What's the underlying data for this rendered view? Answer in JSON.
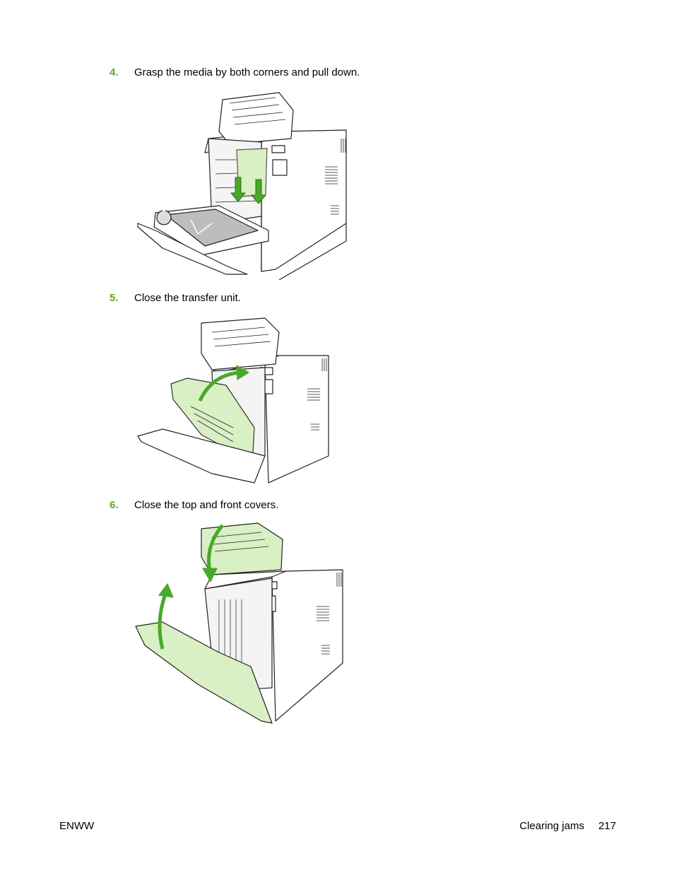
{
  "steps": [
    {
      "number": "4.",
      "text": "Grasp the media by both corners and pull down.",
      "figure": "printer-pull-media"
    },
    {
      "number": "5.",
      "text": "Close the transfer unit.",
      "figure": "printer-close-transfer-unit"
    },
    {
      "number": "6.",
      "text": "Close the top and front covers.",
      "figure": "printer-close-covers"
    }
  ],
  "footer": {
    "left": "ENWW",
    "section": "Clearing jams",
    "page": "217"
  },
  "colors": {
    "step_number": "#5aac1c",
    "arrow": "#4aa82a",
    "highlight_fill": "#d9efc4"
  }
}
